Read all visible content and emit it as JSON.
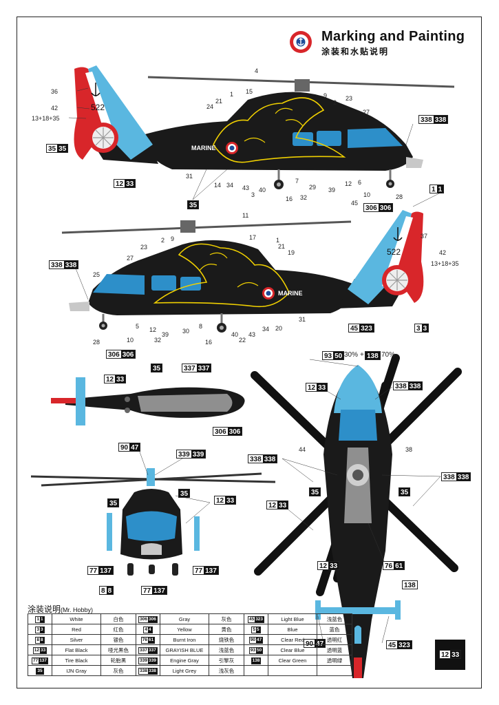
{
  "header": {
    "title_en": "Marking and Painting",
    "title_cn": "涂装和水贴说明"
  },
  "colors": {
    "black": "#1a1a1a",
    "light_blue": "#5ab7e0",
    "red": "#d8262a",
    "yellow": "#f0d000",
    "gray": "#8f8f8f",
    "silver": "#c8c8c8",
    "canopy": "#2d8fc9"
  },
  "side_view_1": {
    "callouts": [
      "36",
      "42",
      "13+18+35",
      "4",
      "1",
      "15",
      "21",
      "24",
      "9",
      "2",
      "23",
      "27",
      "14",
      "31",
      "34",
      "43",
      "3",
      "40",
      "16",
      "32",
      "29",
      "39",
      "12",
      "6",
      "10",
      "28",
      "45",
      "7"
    ],
    "tail_number": "522",
    "marine_text": "MARINE",
    "codes": [
      {
        "a": "338",
        "b": "338"
      },
      {
        "a": "35",
        "b": "35"
      },
      {
        "a": "12",
        "b": "33"
      },
      {
        "a": "35",
        "b": ""
      },
      {
        "a": "306",
        "b": "306"
      },
      {
        "a": "1",
        "b": "1"
      }
    ]
  },
  "side_view_2": {
    "callouts": [
      "11",
      "17",
      "2",
      "9",
      "23",
      "1",
      "21",
      "19",
      "27",
      "25",
      "37",
      "42",
      "13+18+35",
      "28",
      "10",
      "5",
      "12",
      "39",
      "32",
      "30",
      "8",
      "16",
      "22",
      "40",
      "43",
      "34",
      "20",
      "31"
    ],
    "tail_number": "522",
    "marine_text": "MARINE",
    "codes": [
      {
        "a": "338",
        "b": "338"
      },
      {
        "a": "45",
        "b": "323"
      },
      {
        "a": "3",
        "b": "3"
      },
      {
        "a": "306",
        "b": "306"
      }
    ]
  },
  "bottom_view": {
    "codes": [
      {
        "a": "12",
        "b": "33"
      },
      {
        "a": "35",
        "b": ""
      },
      {
        "a": "337",
        "b": "337"
      },
      {
        "a": "306",
        "b": "306"
      }
    ]
  },
  "front_view": {
    "codes": [
      {
        "a": "90",
        "b": "47"
      },
      {
        "a": "339",
        "b": "339"
      },
      {
        "a": "35",
        "b": ""
      },
      {
        "a": "12",
        "b": "33"
      },
      {
        "a": "35",
        "b": ""
      },
      {
        "a": "77",
        "b": "137"
      },
      {
        "a": "77",
        "b": "137"
      },
      {
        "a": "8",
        "b": "8"
      },
      {
        "a": "77",
        "b": "137"
      }
    ]
  },
  "top_view": {
    "canopy_mix": {
      "a_code": "93",
      "b_code": "50",
      "a_pct": "30%",
      "plus": "+",
      "c_code": "138",
      "c_pct": "70%"
    },
    "callouts": [
      "44",
      "38"
    ],
    "codes": [
      {
        "a": "12",
        "b": "33"
      },
      {
        "a": "338",
        "b": "338"
      },
      {
        "a": "338",
        "b": "338"
      },
      {
        "a": "338",
        "b": "338"
      },
      {
        "a": "35",
        "b": ""
      },
      {
        "a": "35",
        "b": ""
      },
      {
        "a": "12",
        "b": "33"
      },
      {
        "a": "12",
        "b": "33"
      },
      {
        "a": "76",
        "b": "61"
      },
      {
        "a": "138",
        "b": ""
      },
      {
        "a": "90",
        "b": "47"
      },
      {
        "a": "45",
        "b": "323"
      }
    ]
  },
  "badge": {
    "a": "12",
    "b": "33"
  },
  "legend": {
    "title": "涂装说明",
    "subtitle": "(Mr. Hobby)",
    "rows": [
      [
        {
          "a": "1",
          "b": "1",
          "en": "White",
          "cn": "白色"
        },
        {
          "a": "306",
          "b": "306",
          "en": "Gray",
          "cn": "灰色"
        },
        {
          "a": "45",
          "b": "323",
          "en": "Light Blue",
          "cn": "浅蓝色"
        }
      ],
      [
        {
          "a": "3",
          "b": "3",
          "en": "Red",
          "cn": "红色"
        },
        {
          "a": "4",
          "b": "4",
          "en": "Yellow",
          "cn": "黄色"
        },
        {
          "a": "5",
          "b": "5",
          "en": "Blue",
          "cn": "蓝色"
        }
      ],
      [
        {
          "a": "8",
          "b": "8",
          "en": "Silver",
          "cn": "银色"
        },
        {
          "a": "76",
          "b": "61",
          "en": "Burnt Iron",
          "cn": "烧铁色"
        },
        {
          "a": "90",
          "b": "47",
          "en": "Clear Red",
          "cn": "透明红"
        }
      ],
      [
        {
          "a": "12",
          "b": "33",
          "en": "Flat Black",
          "cn": "哑光黑色"
        },
        {
          "a": "337",
          "b": "337",
          "en": "GRAYISH BLUE",
          "cn": "浅蓝色"
        },
        {
          "a": "93",
          "b": "50",
          "en": "Clear Blue",
          "cn": "透明蓝"
        }
      ],
      [
        {
          "a": "77",
          "b": "137",
          "en": "Tire Black",
          "cn": "轮胎黑"
        },
        {
          "a": "339",
          "b": "339",
          "en": "Engine Gray",
          "cn": "引擎灰"
        },
        {
          "a": "138",
          "b": "",
          "en": "Clear Green",
          "cn": "透明绿"
        }
      ],
      [
        {
          "a": "35",
          "b": "",
          "en": "IJN Gray",
          "cn": "灰色"
        },
        {
          "a": "338",
          "b": "338",
          "en": "Light Grey",
          "cn": "浅灰色"
        },
        {
          "a": "",
          "b": "",
          "en": "",
          "cn": ""
        }
      ]
    ]
  }
}
